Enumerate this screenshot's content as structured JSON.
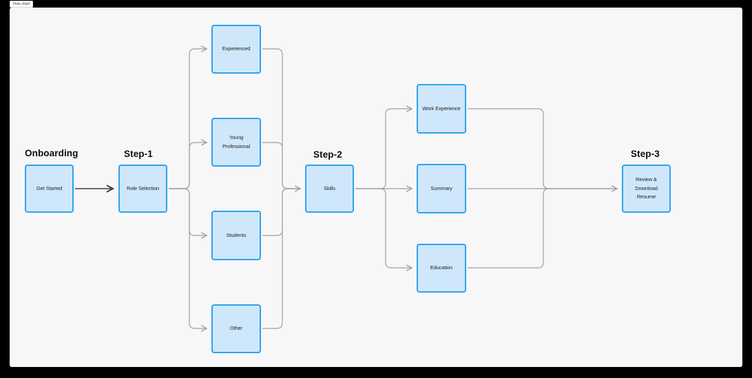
{
  "window": {
    "tab_label": "Flow chart"
  },
  "colors": {
    "frame_bg": "#000000",
    "canvas_bg": "#f7f7f8",
    "node_fill": "#cfe7fb",
    "node_border": "#2fa2ec",
    "connector": "#a0a0a0",
    "primary_arrow": "#3c3c3c",
    "heading_text": "#0d0d0d",
    "node_text": "#1c1c1c"
  },
  "diagram": {
    "headings": [
      {
        "id": "onboarding",
        "text": "Onboarding"
      },
      {
        "id": "step-1",
        "text": "Step-1"
      },
      {
        "id": "step-2",
        "text": "Step-2"
      },
      {
        "id": "step-3",
        "text": "Step-3"
      }
    ],
    "nodes": [
      {
        "id": "get-started",
        "label": "Get Started"
      },
      {
        "id": "role-selection",
        "label": "Role Selection"
      },
      {
        "id": "experienced",
        "label": "Experienced"
      },
      {
        "id": "young-professional",
        "label": "Young Professional"
      },
      {
        "id": "students",
        "label": "Students"
      },
      {
        "id": "other",
        "label": "Other"
      },
      {
        "id": "skills",
        "label": "Skills"
      },
      {
        "id": "work-experience",
        "label": "Work Experience"
      },
      {
        "id": "summary",
        "label": "Summary"
      },
      {
        "id": "education",
        "label": "Education"
      },
      {
        "id": "review-download-resume",
        "label": "Review & Download Resume"
      }
    ],
    "edges": [
      {
        "from": "get-started",
        "to": "role-selection"
      },
      {
        "from": "role-selection",
        "to": "experienced"
      },
      {
        "from": "role-selection",
        "to": "young-professional"
      },
      {
        "from": "role-selection",
        "to": "students"
      },
      {
        "from": "role-selection",
        "to": "other"
      },
      {
        "from": "experienced",
        "to": "skills"
      },
      {
        "from": "young-professional",
        "to": "skills"
      },
      {
        "from": "students",
        "to": "skills"
      },
      {
        "from": "other",
        "to": "skills"
      },
      {
        "from": "skills",
        "to": "work-experience"
      },
      {
        "from": "skills",
        "to": "summary"
      },
      {
        "from": "skills",
        "to": "education"
      },
      {
        "from": "work-experience",
        "to": "review-download-resume"
      },
      {
        "from": "summary",
        "to": "review-download-resume"
      },
      {
        "from": "education",
        "to": "review-download-resume"
      }
    ]
  }
}
